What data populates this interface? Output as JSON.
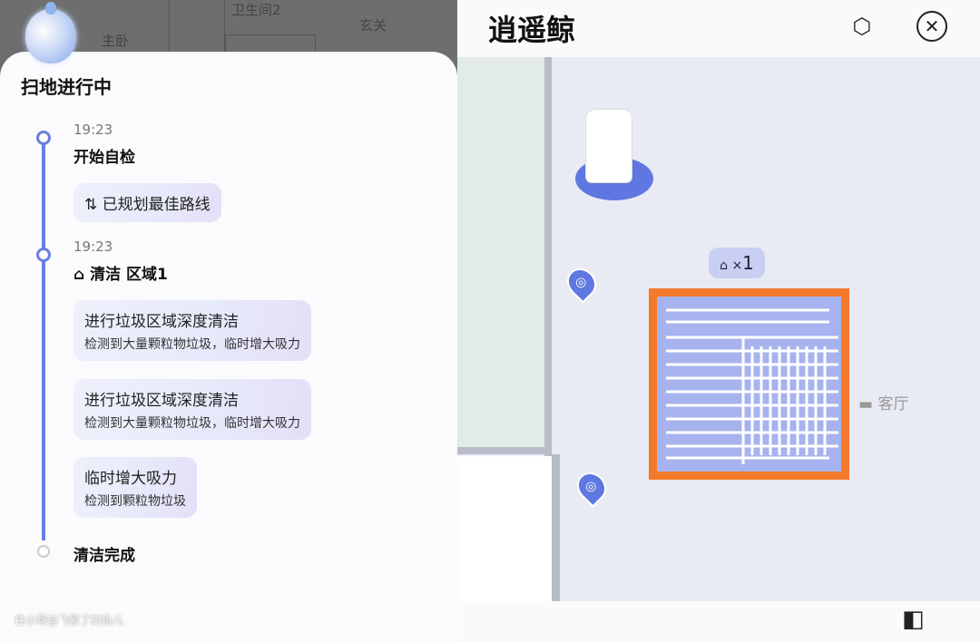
{
  "background_map": {
    "rooms": [
      "卫生间2",
      "玄关",
      "主卧"
    ]
  },
  "panel": {
    "title": "扫地进行中",
    "timeline": [
      {
        "time": "19:23",
        "step": "开始自检",
        "cards": [
          {
            "main": "已规划最佳路线",
            "icon": "route-icon"
          }
        ]
      },
      {
        "time": "19:23",
        "step": "清洁 区域1",
        "step_icon": "broom-icon",
        "cards": [
          {
            "main": "进行垃圾区域深度清洁",
            "sub": "检测到大量颗粒物垃圾，临时增大吸力"
          },
          {
            "main": "进行垃圾区域深度清洁",
            "sub": "检测到大量颗粒物垃圾，临时增大吸力"
          },
          {
            "main": "临时增大吸力",
            "sub": "检测到颗粒物垃圾"
          }
        ]
      },
      {
        "step": "清洁完成"
      }
    ]
  },
  "watermark": "住小帮@飞累了的鱼儿",
  "device": {
    "name": "逍遥鲸",
    "settings_icon": "hexagon-settings-icon",
    "close_icon": "close-circle-icon"
  },
  "map": {
    "clean_count_prefix": "×",
    "clean_count": "1",
    "room_label": "客厅",
    "accent": "#f47a2b",
    "robot_color": "#5f77e0"
  }
}
